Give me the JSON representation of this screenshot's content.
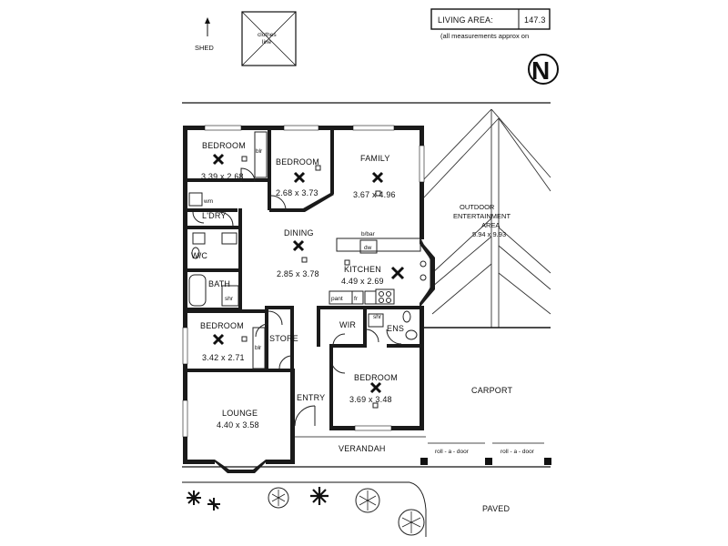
{
  "header": {
    "living_area_label": "LIVING AREA:",
    "living_area_value": "147.3",
    "measure_note": "(all measurements approx on"
  },
  "site": {
    "shed_label": "SHED",
    "clothes_line_label_1": "clothes",
    "clothes_line_label_2": "line",
    "north_symbol": "N",
    "paved_label": "PAVED",
    "carport_label": "CARPORT",
    "verandah_label": "VERANDAH",
    "roll_door_1": "roll - a - door",
    "roll_door_2": "roll - a - door",
    "outdoor_line1": "OUTDOOR",
    "outdoor_line2": "ENTERTAINMENT",
    "outdoor_line3": "AREA",
    "outdoor_dims": "5.94 x 9.93"
  },
  "rooms": {
    "bedroom_nw": {
      "name": "BEDROOM",
      "dims": "3.39 x 2.68"
    },
    "bedroom_n": {
      "name": "BEDROOM",
      "dims": "2.68 x 3.73"
    },
    "family": {
      "name": "FAMILY",
      "dims": "3.67 x 4.96"
    },
    "dining": {
      "name": "DINING",
      "dims": "2.85 x 3.78"
    },
    "kitchen": {
      "name": "KITCHEN",
      "dims": "4.49 x 2.69"
    },
    "bedroom_w": {
      "name": "BEDROOM",
      "dims": "3.42 x 2.71"
    },
    "bedroom_main": {
      "name": "BEDROOM",
      "dims": "3.69 x 3.48"
    },
    "lounge": {
      "name": "LOUNGE",
      "dims": "4.40 x 3.58"
    },
    "ldry": "L'DRY",
    "wc": "W/C",
    "bath": "BATH",
    "store": "STORE",
    "entry": "ENTRY",
    "wir": "WIR",
    "ens": "ENS"
  },
  "fixtures": {
    "blr_1": "blr",
    "blr_2": "blr",
    "wm": "wm",
    "shr_1": "shr",
    "shr_2": "shr",
    "bbar": "b/bar",
    "dw": "dw",
    "pant": "pant",
    "fr": "fr"
  }
}
